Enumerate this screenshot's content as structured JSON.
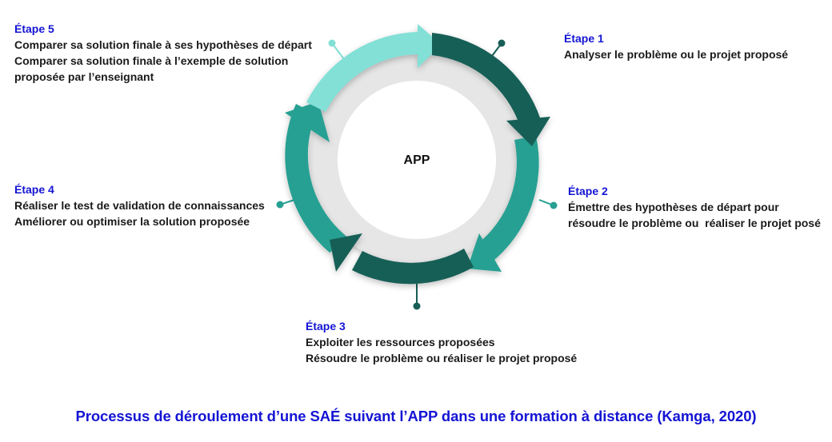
{
  "diagram": {
    "center_label": "APP",
    "colors": {
      "light_teal": "#82e0d6",
      "medium_teal": "#26a092",
      "dark_teal": "#175e56",
      "inner_ring": "#e6e6e6",
      "step_title": "#1414d4",
      "step_text": "#1a1a1a"
    },
    "steps": [
      {
        "title": "Étape 1",
        "lines": [
          "Analyser le problème ou le projet proposé"
        ]
      },
      {
        "title": "Étape 2",
        "lines": [
          "Émettre des hypothèses de départ pour",
          "résoudre le problème ou  réaliser le projet posé"
        ]
      },
      {
        "title": "Étape 3",
        "lines": [
          "Exploiter les ressources proposées",
          "Résoudre le problème ou réaliser le projet proposé"
        ]
      },
      {
        "title": "Étape 4",
        "lines": [
          "Réaliser le test de validation de connaissances",
          "Améliorer ou optimiser la solution proposée"
        ]
      },
      {
        "title": "Étape 5",
        "lines": [
          "Comparer sa solution finale à ses hypothèses de départ",
          "Comparer sa solution finale à l’exemple de solution",
          "proposée par l’enseignant"
        ]
      }
    ]
  },
  "caption": "Processus de déroulement d’une SAÉ suivant l’APP dans une formation à distance (Kamga, 2020)"
}
